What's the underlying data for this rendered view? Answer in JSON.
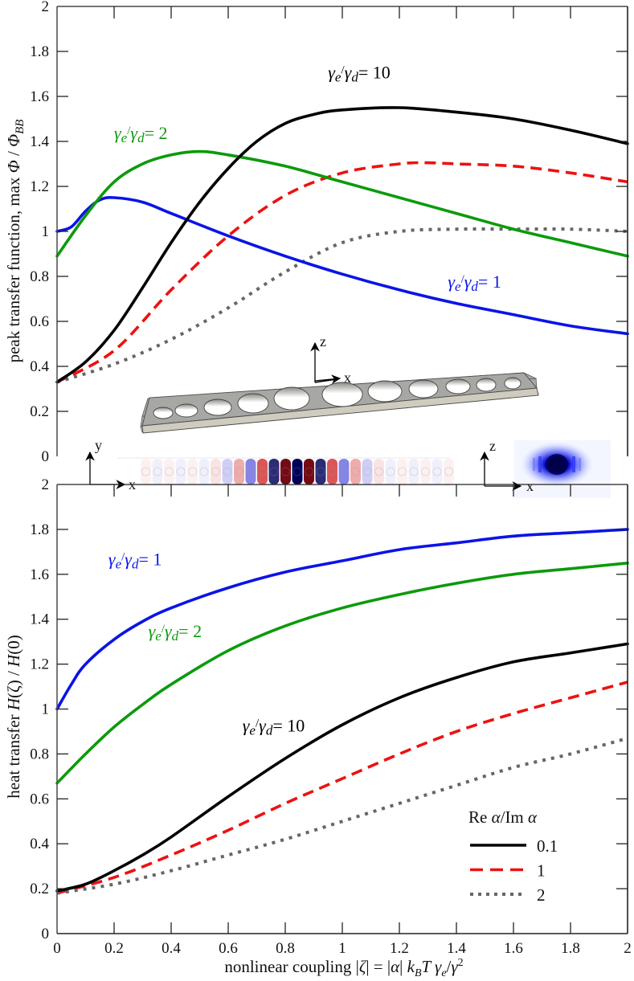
{
  "colors": {
    "blue": "#0a14e6",
    "green": "#0c9a0c",
    "black": "#000000",
    "red": "#ee1111",
    "gray": "#666666",
    "axis": "#555555"
  },
  "chart_data": [
    {
      "type": "line",
      "panel": "top",
      "title": "",
      "xlabel": "",
      "ylabel": "peak transfer function, max Φ / Φ_BB",
      "xlim": [
        0,
        2
      ],
      "ylim": [
        0,
        2
      ],
      "xticks": [
        0,
        0.2,
        0.4,
        0.6,
        0.8,
        1,
        1.2,
        1.4,
        1.6,
        1.8,
        2
      ],
      "yticks": [
        0,
        0.2,
        0.4,
        0.6,
        0.8,
        1,
        1.2,
        1.4,
        1.6,
        1.8,
        2
      ],
      "ytick_labels": [
        "0",
        "0.2",
        "0.4",
        "0.6",
        "0.8",
        "1",
        "1.2",
        "1.4",
        "1.6",
        "1.8",
        "2"
      ],
      "grid": false,
      "annotations": [
        {
          "text": "γe/γd = 10",
          "x": 0.95,
          "y": 1.68,
          "color": "black"
        },
        {
          "text": "γe/γd = 2",
          "x": 0.2,
          "y": 1.41,
          "color": "green"
        },
        {
          "text": "γe/γd = 1",
          "x": 1.37,
          "y": 0.75,
          "color": "blue"
        }
      ],
      "series": [
        {
          "name": "γe/γd = 1",
          "color": "blue",
          "style": "solid",
          "x": [
            0,
            0.05,
            0.1,
            0.15,
            0.2,
            0.3,
            0.4,
            0.6,
            0.8,
            1.0,
            1.2,
            1.4,
            1.6,
            1.8,
            2.0
          ],
          "y": [
            1.0,
            1.02,
            1.09,
            1.14,
            1.15,
            1.13,
            1.08,
            0.98,
            0.89,
            0.81,
            0.74,
            0.68,
            0.63,
            0.58,
            0.545
          ]
        },
        {
          "name": "γe/γd = 2",
          "color": "green",
          "style": "solid",
          "x": [
            0,
            0.1,
            0.2,
            0.3,
            0.4,
            0.5,
            0.6,
            0.8,
            1.0,
            1.2,
            1.4,
            1.6,
            1.8,
            2.0
          ],
          "y": [
            0.89,
            1.07,
            1.22,
            1.3,
            1.34,
            1.355,
            1.34,
            1.29,
            1.22,
            1.15,
            1.08,
            1.01,
            0.95,
            0.89
          ]
        },
        {
          "name": "Re α/Im α = 0.1 (γe/γd = 10)",
          "color": "black",
          "style": "solid",
          "x": [
            0,
            0.1,
            0.2,
            0.3,
            0.4,
            0.5,
            0.6,
            0.7,
            0.8,
            0.9,
            1.0,
            1.2,
            1.4,
            1.6,
            1.8,
            2.0
          ],
          "y": [
            0.33,
            0.42,
            0.56,
            0.75,
            0.95,
            1.13,
            1.28,
            1.4,
            1.48,
            1.52,
            1.54,
            1.55,
            1.53,
            1.5,
            1.45,
            1.39
          ]
        },
        {
          "name": "Re α/Im α = 1",
          "color": "red",
          "style": "dashed",
          "x": [
            0,
            0.2,
            0.4,
            0.6,
            0.8,
            1.0,
            1.2,
            1.3,
            1.4,
            1.6,
            1.8,
            2.0
          ],
          "y": [
            0.33,
            0.47,
            0.74,
            0.98,
            1.16,
            1.26,
            1.3,
            1.305,
            1.3,
            1.29,
            1.26,
            1.22
          ]
        },
        {
          "name": "Re α/Im α = 2",
          "color": "gray",
          "style": "dotted",
          "x": [
            0,
            0.2,
            0.4,
            0.6,
            0.8,
            1.0,
            1.2,
            1.4,
            1.6,
            1.8,
            2.0
          ],
          "y": [
            0.33,
            0.41,
            0.52,
            0.66,
            0.82,
            0.95,
            1.0,
            1.01,
            1.01,
            1.01,
            1.0
          ]
        }
      ]
    },
    {
      "type": "line",
      "panel": "bottom",
      "title": "",
      "xlabel": "nonlinear coupling |ζ| = |α| k_B T γe/γ²",
      "ylabel": "heat transfer H(ζ) / H(0)",
      "xlim": [
        0,
        2
      ],
      "ylim": [
        0,
        2
      ],
      "xticks": [
        0,
        0.2,
        0.4,
        0.6,
        0.8,
        1,
        1.2,
        1.4,
        1.6,
        1.8,
        2
      ],
      "xtick_labels": [
        "0",
        "0.2",
        "0.4",
        "0.6",
        "0.8",
        "1",
        "1.2",
        "1.4",
        "1.6",
        "1.8",
        "2"
      ],
      "yticks": [
        0,
        0.2,
        0.4,
        0.6,
        0.8,
        1,
        1.2,
        1.4,
        1.6,
        1.8,
        2
      ],
      "ytick_labels": [
        "0",
        "0.2",
        "0.4",
        "0.6",
        "0.8",
        "1",
        "1.2",
        "1.4",
        "1.6",
        "1.8",
        "2"
      ],
      "grid": false,
      "legend": {
        "title": "Re α/Im α",
        "position": "lower right",
        "entries": [
          {
            "label": "0.1",
            "color": "black",
            "style": "solid"
          },
          {
            "label": "1",
            "color": "red",
            "style": "dashed"
          },
          {
            "label": "2",
            "color": "gray",
            "style": "dotted"
          }
        ]
      },
      "annotations": [
        {
          "text": "γe/γd = 1",
          "x": 0.18,
          "y": 1.64,
          "color": "blue"
        },
        {
          "text": "γe/γd = 2",
          "x": 0.32,
          "y": 1.32,
          "color": "green"
        },
        {
          "text": "γe/γd = 10",
          "x": 0.65,
          "y": 0.9,
          "color": "black"
        }
      ],
      "series": [
        {
          "name": "γe/γd = 1",
          "color": "blue",
          "style": "solid",
          "x": [
            0,
            0.05,
            0.1,
            0.2,
            0.3,
            0.4,
            0.6,
            0.8,
            1.0,
            1.2,
            1.4,
            1.6,
            1.8,
            2.0
          ],
          "y": [
            1.0,
            1.11,
            1.2,
            1.31,
            1.39,
            1.45,
            1.54,
            1.61,
            1.66,
            1.71,
            1.74,
            1.77,
            1.785,
            1.8
          ]
        },
        {
          "name": "γe/γd = 2",
          "color": "green",
          "style": "solid",
          "x": [
            0,
            0.1,
            0.2,
            0.3,
            0.4,
            0.6,
            0.8,
            1.0,
            1.2,
            1.4,
            1.6,
            1.8,
            2.0
          ],
          "y": [
            0.67,
            0.8,
            0.92,
            1.02,
            1.11,
            1.26,
            1.37,
            1.45,
            1.51,
            1.56,
            1.6,
            1.625,
            1.65
          ]
        },
        {
          "name": "Re α/Im α = 0.1 (γe/γd = 10)",
          "color": "black",
          "style": "solid",
          "x": [
            0,
            0.1,
            0.2,
            0.3,
            0.4,
            0.6,
            0.8,
            1.0,
            1.2,
            1.4,
            1.6,
            1.8,
            2.0
          ],
          "y": [
            0.19,
            0.22,
            0.28,
            0.35,
            0.43,
            0.61,
            0.78,
            0.93,
            1.05,
            1.14,
            1.21,
            1.25,
            1.29
          ]
        },
        {
          "name": "Re α/Im α = 1",
          "color": "red",
          "style": "dashed",
          "x": [
            0,
            0.2,
            0.4,
            0.6,
            0.8,
            1.0,
            1.2,
            1.4,
            1.6,
            1.8,
            2.0
          ],
          "y": [
            0.18,
            0.25,
            0.35,
            0.46,
            0.58,
            0.69,
            0.8,
            0.9,
            0.98,
            1.05,
            1.12
          ]
        },
        {
          "name": "Re α/Im α = 2",
          "color": "gray",
          "style": "dotted",
          "x": [
            0,
            0.2,
            0.4,
            0.6,
            0.8,
            1.0,
            1.2,
            1.4,
            1.6,
            1.8,
            2.0
          ],
          "y": [
            0.18,
            0.22,
            0.28,
            0.35,
            0.42,
            0.5,
            0.58,
            0.66,
            0.74,
            0.8,
            0.87
          ]
        }
      ]
    }
  ],
  "insets": {
    "axes_3d": {
      "up": "z",
      "right": "x"
    },
    "axes_top_view": {
      "up": "y",
      "right": "x"
    },
    "axes_side_view": {
      "up": "z",
      "right": "x"
    },
    "hole_count": 11
  }
}
